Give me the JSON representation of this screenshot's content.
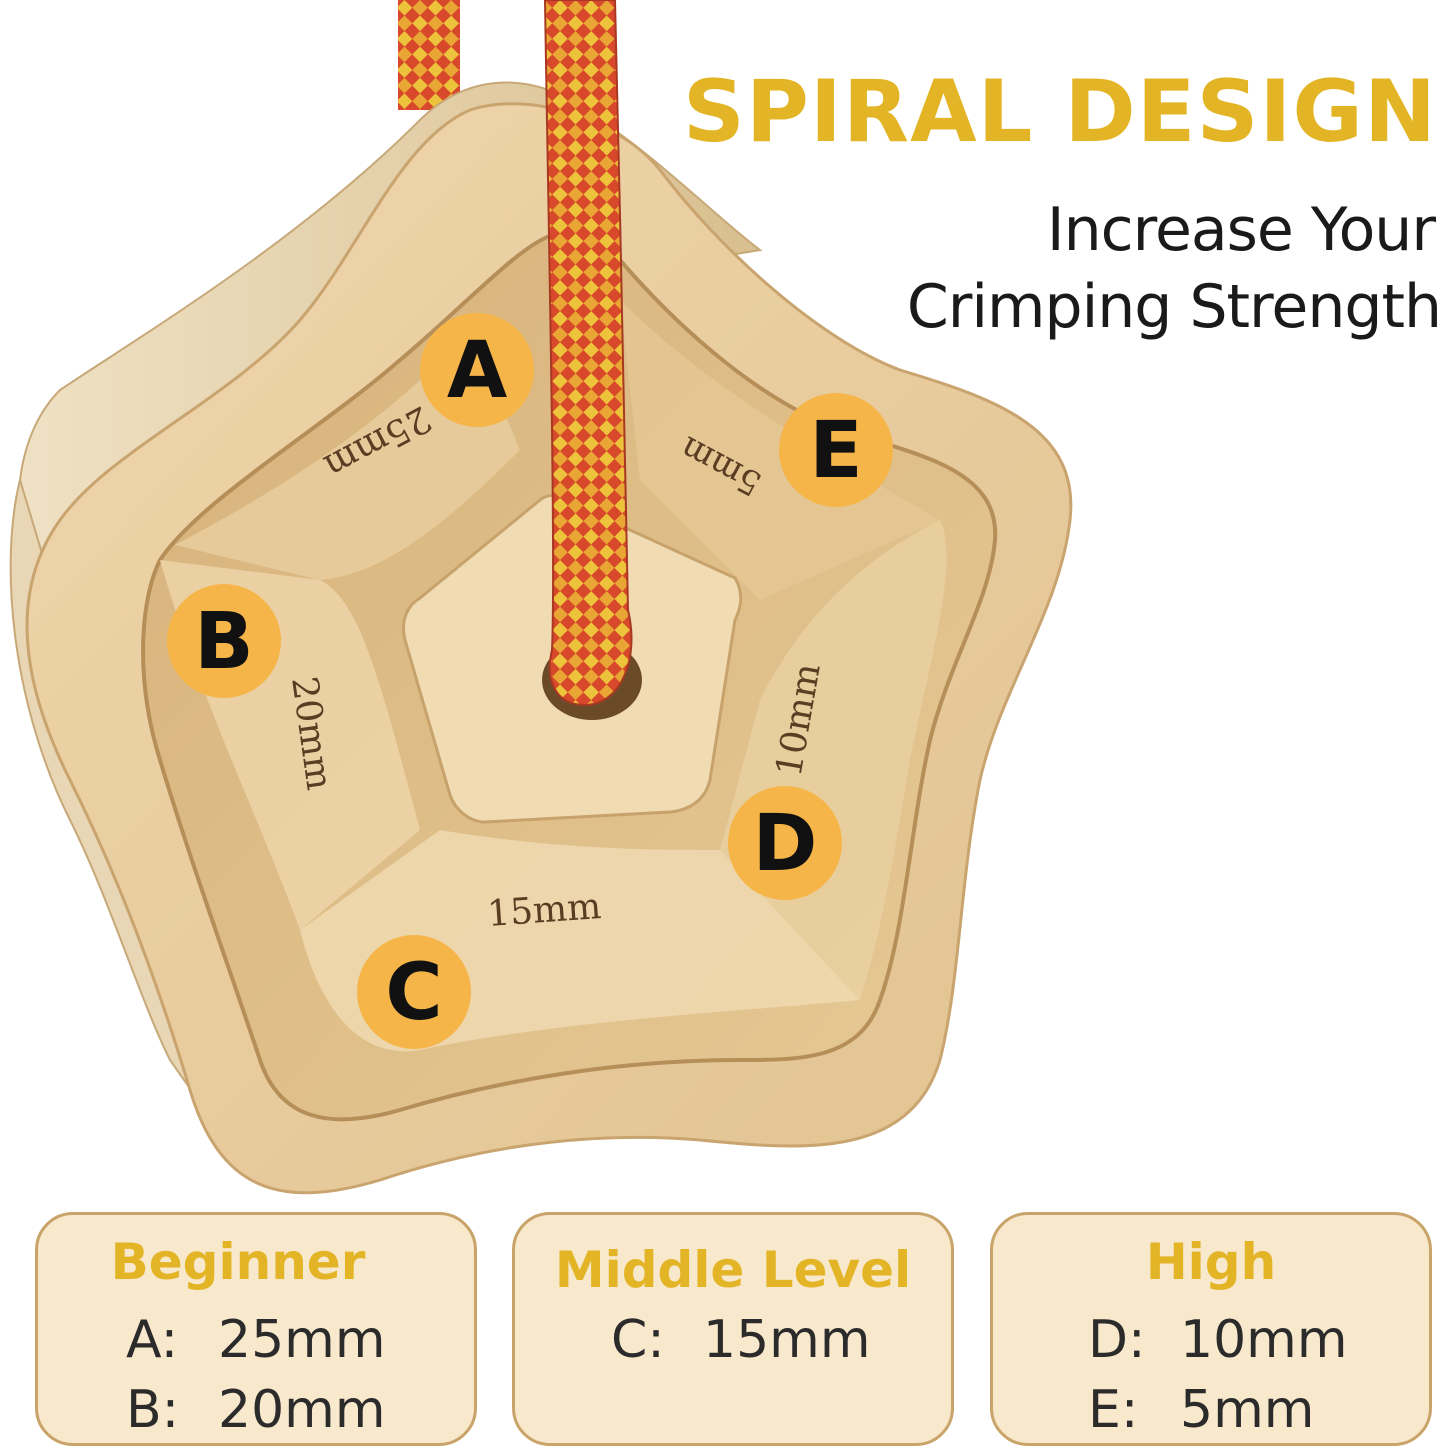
{
  "headline": "SPIRAL DESIGN",
  "subheadline": [
    "Increase Your",
    "Crimping Strength"
  ],
  "colors": {
    "accent_yellow": "#e3b526",
    "badge_orange": "#f6b548",
    "card_bg": "#f8e8cc",
    "card_border": "#c9a46a",
    "rope_red": "#d8482a",
    "wood": "#e9cfa4"
  },
  "engravings": {
    "a": "25mm",
    "b": "20mm",
    "c": "15mm",
    "d": "10mm",
    "e": "5mm"
  },
  "badges": {
    "a": "A",
    "b": "B",
    "c": "C",
    "d": "D",
    "e": "E"
  },
  "levels": [
    {
      "title": "Beginner",
      "rows": [
        {
          "key": "A:",
          "value": "25mm"
        },
        {
          "key": "B:",
          "value": "20mm"
        }
      ]
    },
    {
      "title": "Middle Level",
      "rows": [
        {
          "key": "C:",
          "value": "15mm"
        }
      ]
    },
    {
      "title": "High",
      "rows": [
        {
          "key": "D:",
          "value": "10mm"
        },
        {
          "key": "E:",
          "value": "5mm"
        }
      ]
    }
  ]
}
